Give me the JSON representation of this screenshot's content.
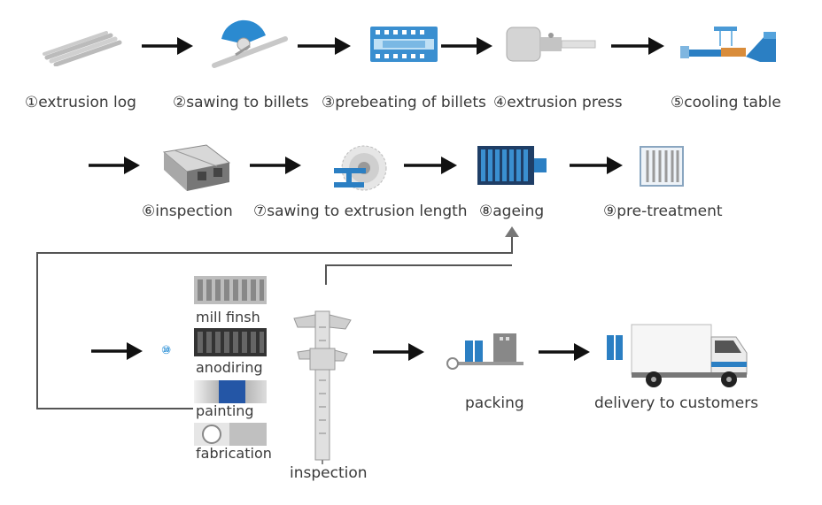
{
  "steps": [
    {
      "id": 1,
      "label": "①extrusion log",
      "icon": "extrusion-log-icon"
    },
    {
      "id": 2,
      "label": "②sawing to billets",
      "icon": "saw-blade-icon"
    },
    {
      "id": 3,
      "label": "③prebeating of billets",
      "icon": "heating-furnace-icon"
    },
    {
      "id": 4,
      "label": "④extrusion press",
      "icon": "extrusion-press-icon"
    },
    {
      "id": 5,
      "label": "⑤cooling table",
      "icon": "cooling-table-icon"
    },
    {
      "id": 6,
      "label": "⑥inspection",
      "icon": "aluminum-profile-icon"
    },
    {
      "id": 7,
      "label": "⑦sawing to extrusion length",
      "icon": "length-saw-icon"
    },
    {
      "id": 8,
      "label": "⑧ageing",
      "icon": "ageing-oven-icon"
    },
    {
      "id": 9,
      "label": "⑨pre-treatment",
      "icon": "pretreatment-rack-icon"
    }
  ],
  "step10": {
    "marker": "⑩",
    "finishes": [
      "mill finsh",
      "anodiring",
      "painting",
      "fabrication"
    ]
  },
  "final_inspection": {
    "label": "inspection",
    "icon": "caliper-icon"
  },
  "packing": {
    "label": "packing",
    "icon": "packing-conveyor-icon"
  },
  "delivery": {
    "label": "delivery to customers",
    "icon": "delivery-truck-icon"
  },
  "colors": {
    "accent_blue": "#2b7fc3",
    "arrow": "#111111",
    "line": "#555555"
  }
}
